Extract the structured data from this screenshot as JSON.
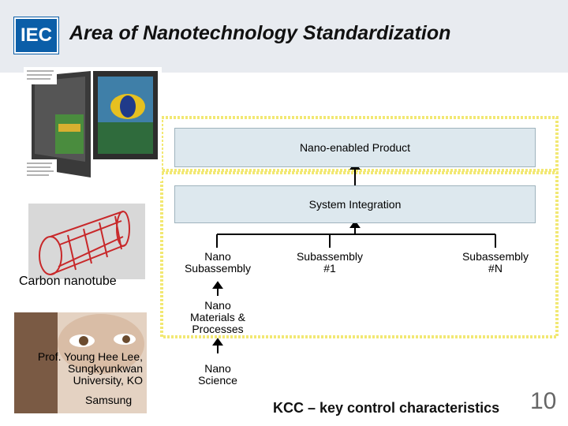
{
  "slide": {
    "logo_text": "IEC",
    "title": "Area of Nanotechnology Standardization",
    "page_number": "10"
  },
  "diagram": {
    "product_box": "Nano-enabled Product",
    "integration_box": "System Integration",
    "nano_subassembly": [
      "Nano",
      "Subassembly"
    ],
    "subassembly_1": [
      "Subassembly",
      "#1"
    ],
    "subassembly_n": [
      "Subassembly",
      "#N"
    ],
    "nano_materials": [
      "Nano",
      "Materials &",
      "Processes"
    ],
    "nano_science": [
      "Nano",
      "Science"
    ],
    "footer_note": "KCC – key control characteristics"
  },
  "images": {
    "nanotube_caption": "Carbon nanotube",
    "portrait_caption": [
      "Prof. Young Hee Lee,",
      "Sungkyunkwan",
      "University, KO"
    ],
    "samsung_caption": "Samsung"
  },
  "colors": {
    "box_fill": "#dde8ee",
    "dashed_outline": "#f2e873",
    "logo_blue": "#0b5ea8"
  }
}
